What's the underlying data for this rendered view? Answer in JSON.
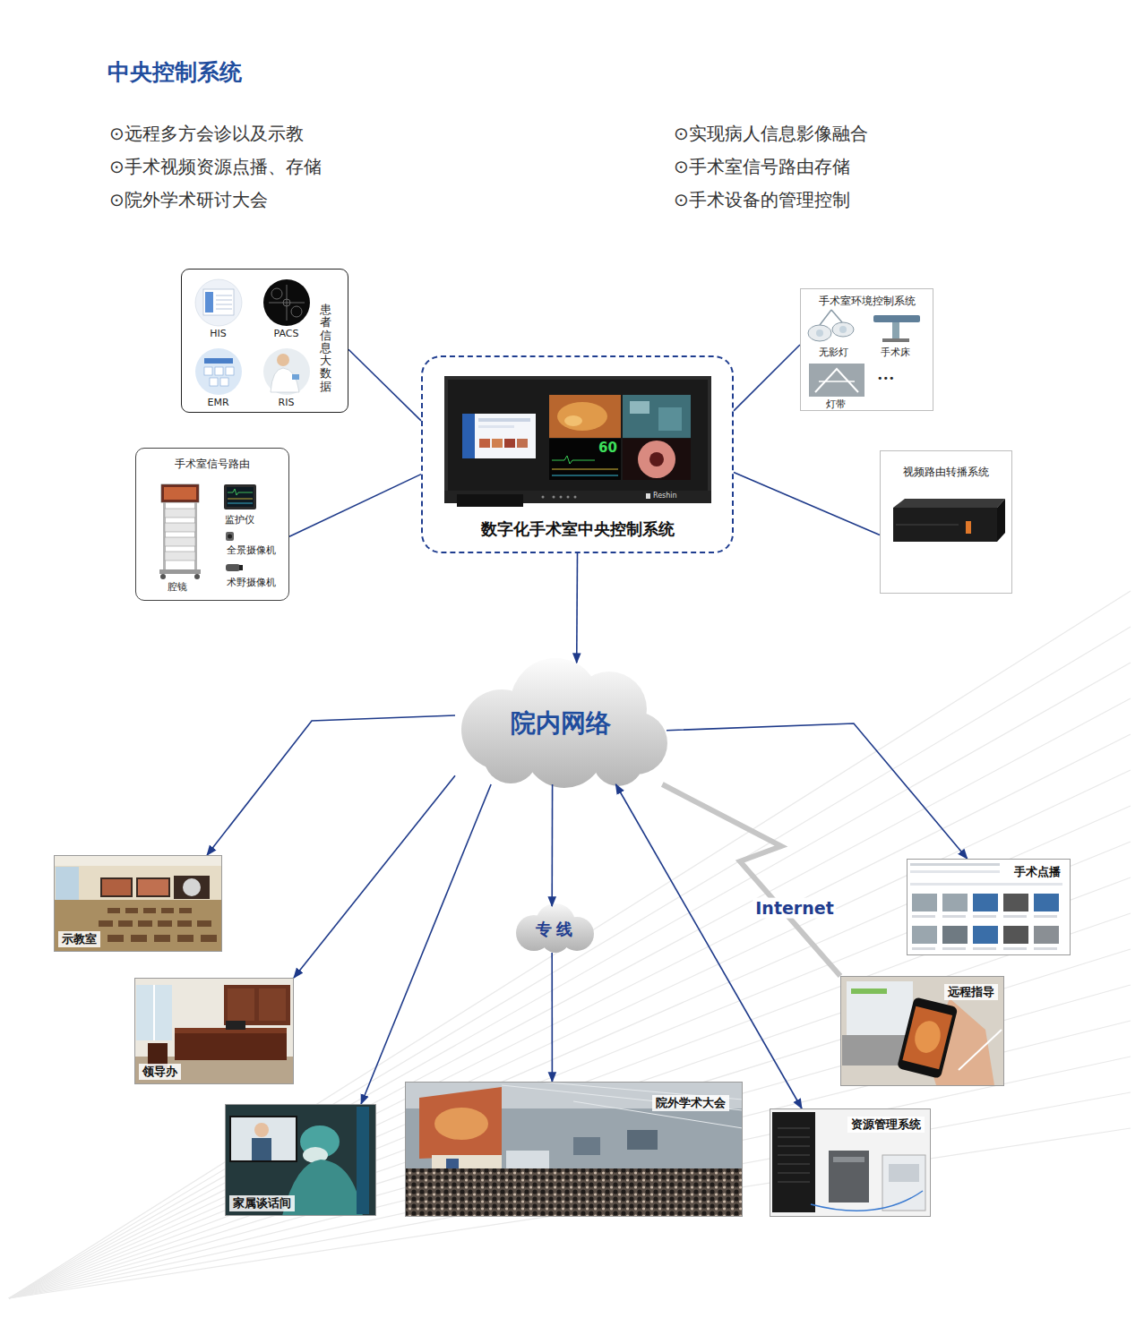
{
  "diagram": {
    "title": "中央控制系统",
    "nodes": [
      {
        "text": [
          "患者信息大数据"
        ]
      },
      {
        "text": [
          "HIS"
        ],
        "in": 0
      },
      {
        "text": [
          "PACS"
        ],
        "in": 0
      },
      {
        "text": [
          "EMR"
        ],
        "in": 0
      },
      {
        "text": [
          "RIS"
        ],
        "in": 0
      },
      {
        "text": [
          "手术室信号路由"
        ]
      },
      {
        "text": [
          "腔镜"
        ],
        "in": 5
      },
      {
        "text": [
          "监护仪"
        ],
        "in": 5
      },
      {
        "text": [
          "全景摄像机"
        ],
        "in": 5
      },
      {
        "text": [
          "术野摄像机"
        ],
        "in": 5
      },
      {
        "text": [
          "数字化手术室中央控制系统"
        ]
      },
      {
        "text": [
          "手术室环境控制系统"
        ]
      },
      {
        "text": [
          "无影灯"
        ],
        "in": 11
      },
      {
        "text": [
          "手术床"
        ],
        "in": 11
      },
      {
        "text": [
          "灯带"
        ],
        "in": 11
      },
      {
        "text": [
          "视频路由转播系统"
        ]
      },
      {
        "text": [
          "院内网络"
        ]
      },
      {
        "text": [
          "示教室"
        ]
      },
      {
        "text": [
          "手术点播"
        ]
      },
      {
        "text": [
          "领导办"
        ]
      },
      {
        "text": [
          "专线"
        ]
      },
      {
        "text": [
          "远程指导"
        ]
      },
      {
        "text": [
          "家属谈话间"
        ]
      },
      {
        "text": [
          "院外学术大会"
        ]
      },
      {
        "text": [
          "资源管理系统"
        ]
      }
    ],
    "edges": [
      {
        "from": 0,
        "to": 10,
        "arrow": "none"
      },
      {
        "from": 5,
        "to": 10,
        "arrow": "none"
      },
      {
        "from": 11,
        "to": 10,
        "arrow": "none"
      },
      {
        "from": 15,
        "to": 10,
        "arrow": "none"
      },
      {
        "from": 10,
        "to": 16,
        "arrow": "to"
      },
      {
        "from": 16,
        "to": 17,
        "arrow": "to"
      },
      {
        "from": 16,
        "to": 19,
        "arrow": "to"
      },
      {
        "from": 16,
        "to": 22,
        "arrow": "to"
      },
      {
        "from": 16,
        "to": 20,
        "arrow": "to"
      },
      {
        "from": 20,
        "to": 23,
        "arrow": "to"
      },
      {
        "from": 16,
        "to": 24,
        "arrow": "both"
      },
      {
        "from": 16,
        "to": 18,
        "arrow": "to"
      },
      {
        "from": 16,
        "to": 21,
        "arrow": "none",
        "label": "Internet"
      }
    ],
    "labels": [
      "⊙远程多方会诊以及示教",
      "⊙实现病人信息影像融合",
      "⊙手术视频资源点播、存储",
      "⊙手术室信号路由存储",
      "⊙院外学术研讨大会",
      "⊙手术设备的管理控制",
      "60",
      "Reshin",
      "•••"
    ]
  }
}
